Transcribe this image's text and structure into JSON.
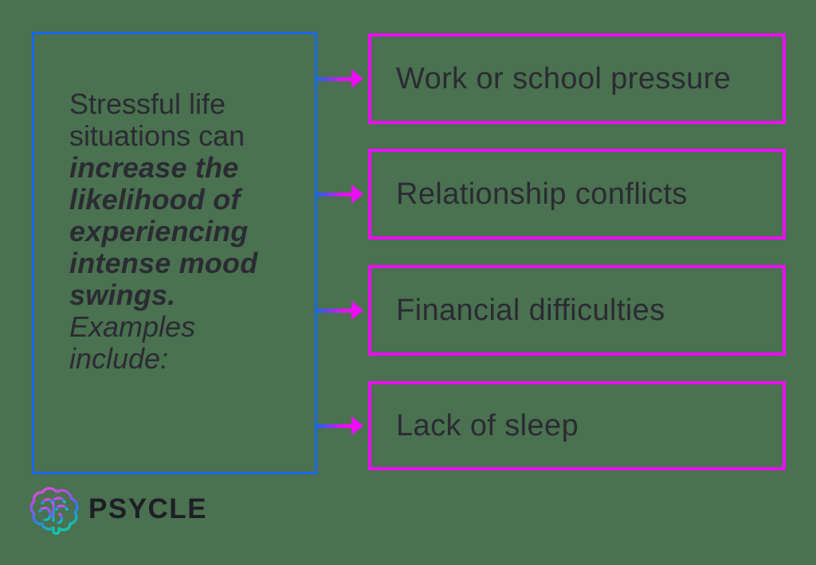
{
  "palette": {
    "bg": "#4a7150",
    "blue": "#1767e9",
    "magenta": "#ec0df4",
    "text": "#2b2b33",
    "text_dark": "#1e1e25"
  },
  "left_box": {
    "lines": [
      {
        "text": "Stressful life"
      },
      {
        "text": "situations can"
      },
      {
        "text": "increase the"
      },
      {
        "text": "likelihood of"
      },
      {
        "text": "experiencing"
      },
      {
        "text": "intense mood"
      },
      {
        "text": "swings."
      },
      {
        "text": "Examples"
      },
      {
        "text": "include:"
      }
    ]
  },
  "causes": [
    {
      "label": "Work or school pressure"
    },
    {
      "label": "Relationship conflicts"
    },
    {
      "label": "Financial difficulties"
    },
    {
      "label": "Lack of sleep"
    }
  ],
  "logo": {
    "brand": "PSYCLE",
    "icon": "brain-icon"
  }
}
